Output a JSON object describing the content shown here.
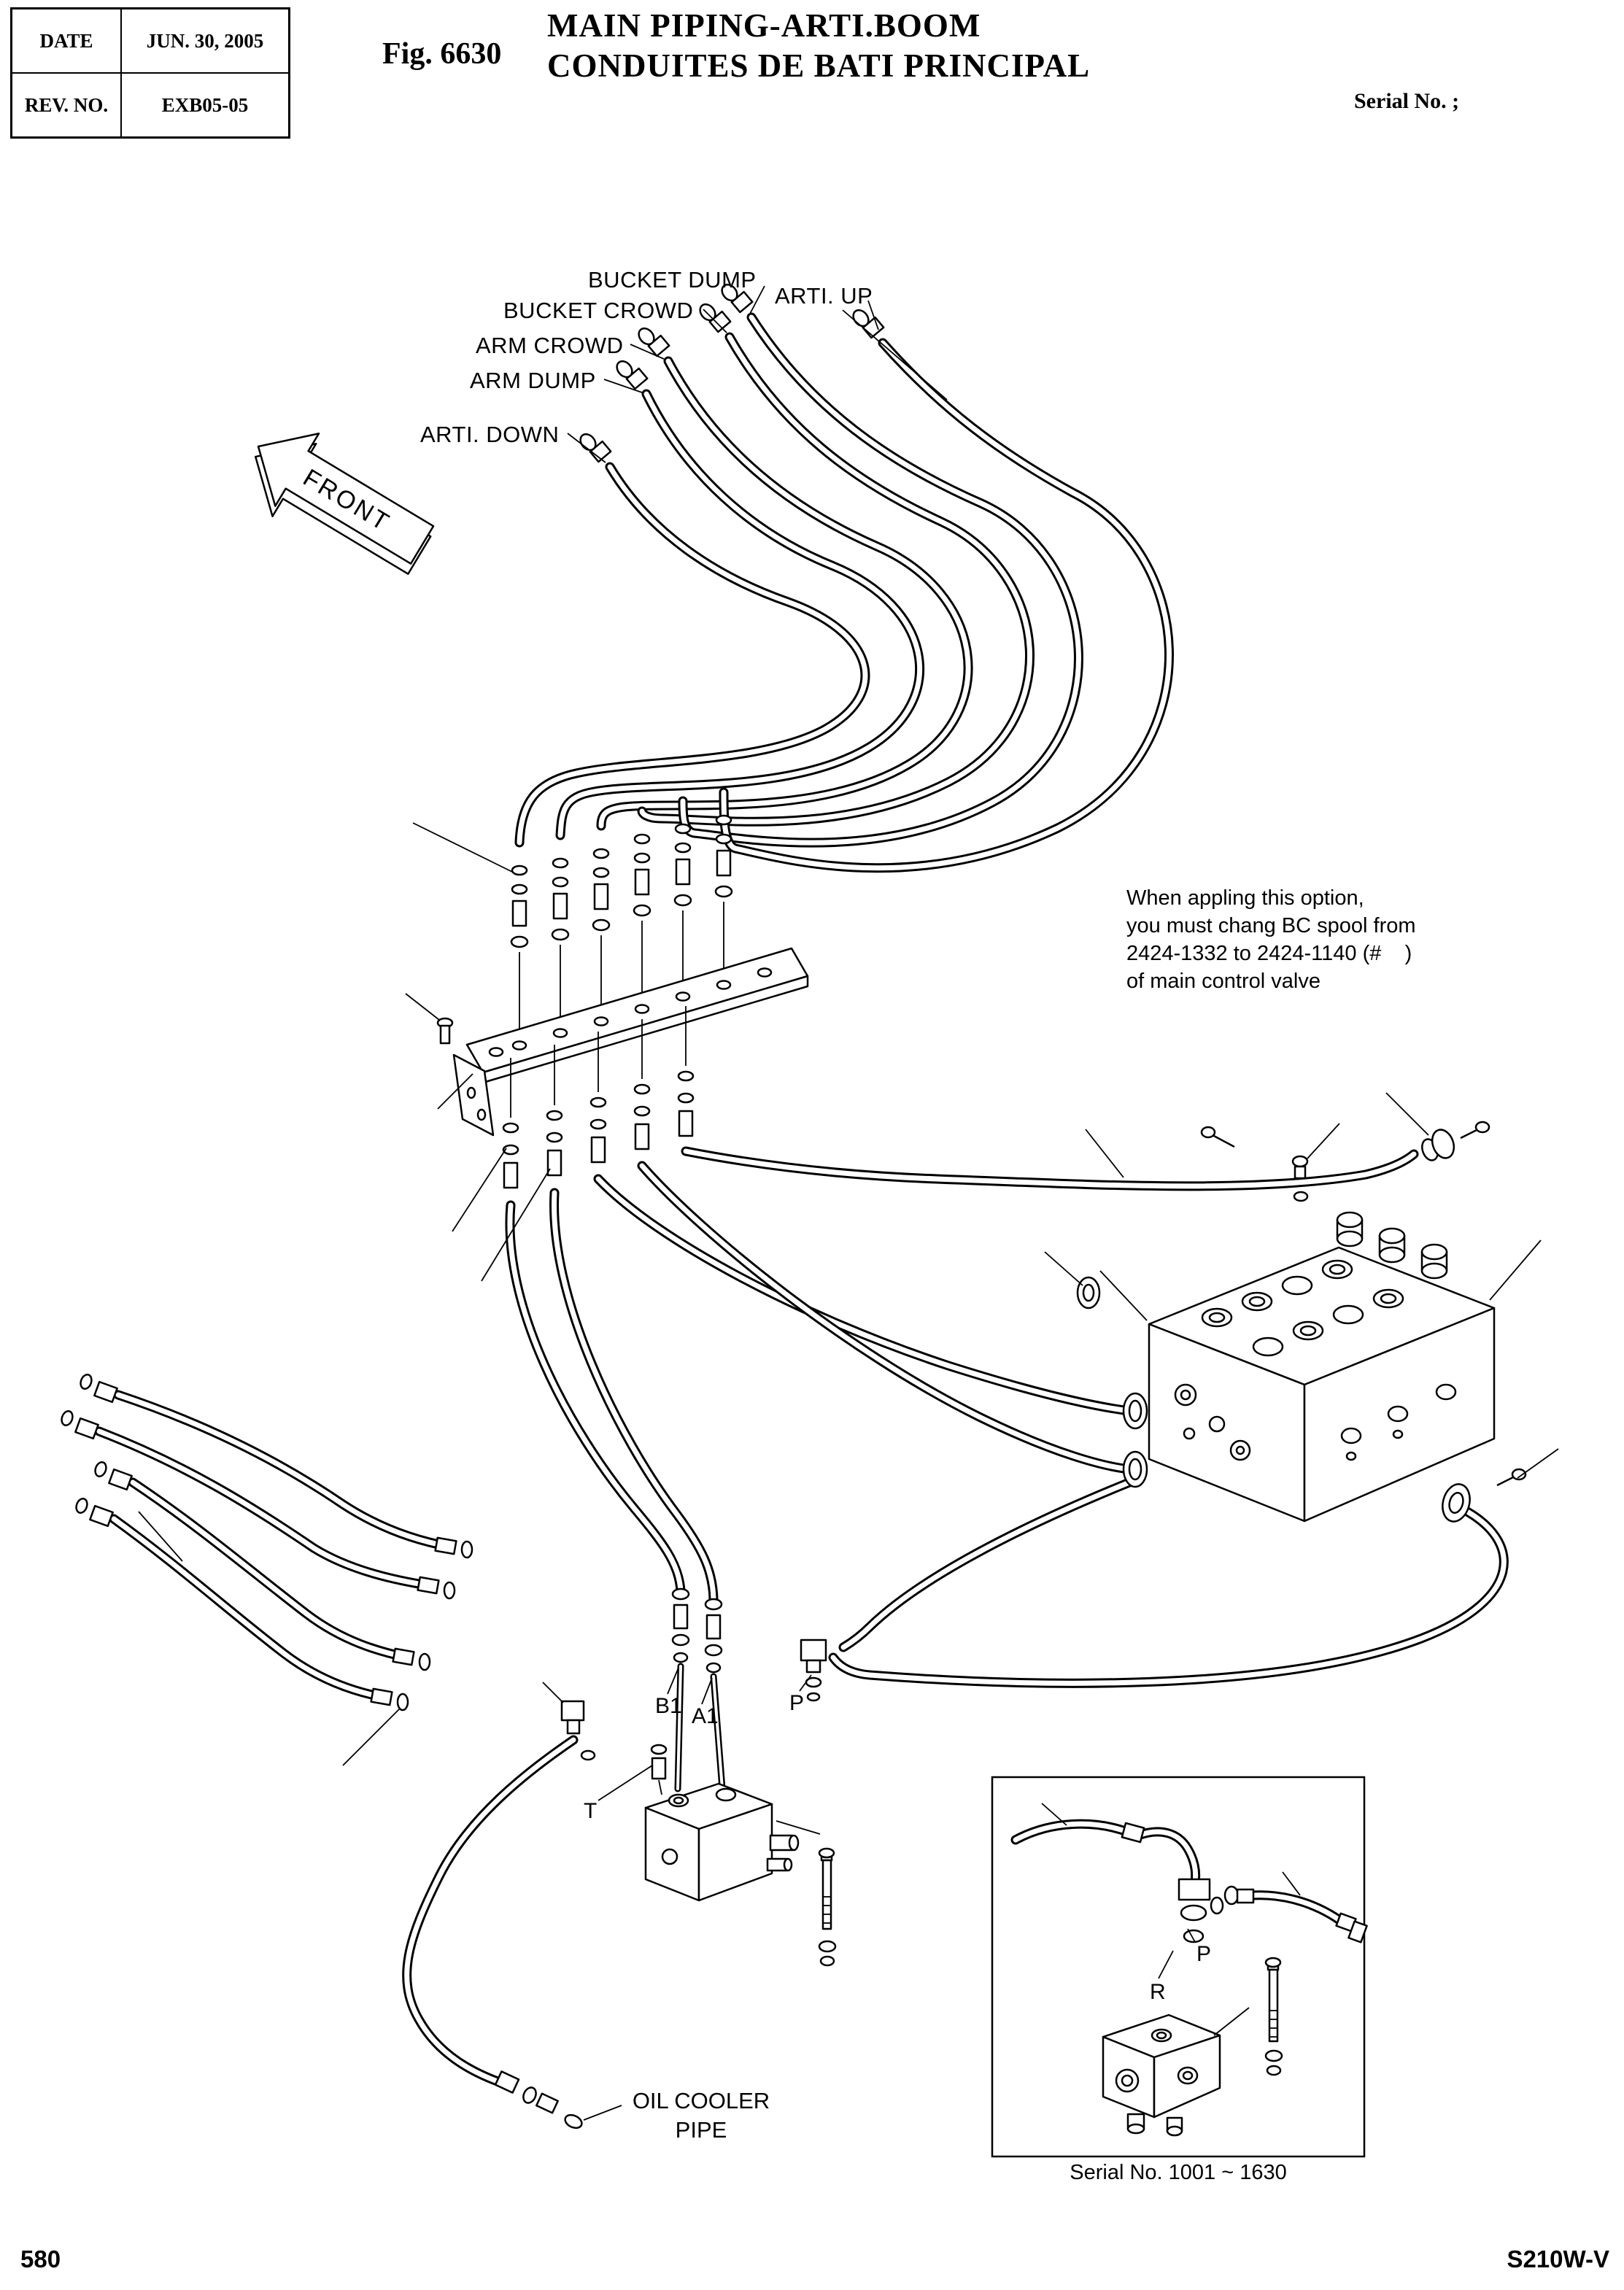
{
  "header": {
    "table": {
      "rows": [
        {
          "label": "DATE",
          "value": "JUN. 30, 2005"
        },
        {
          "label": "REV. NO.",
          "value": "EXB05-05"
        }
      ]
    },
    "fig_label": "Fig. 6630",
    "title_line1": "MAIN PIPING-ARTI.BOOM",
    "title_line2": "CONDUITES DE BATI PRINCIPAL",
    "serial_no": "Serial No. ;"
  },
  "diagram": {
    "hose_labels": {
      "bucket_dump": "BUCKET DUMP",
      "arti_up": "ARTI. UP",
      "bucket_crowd": "BUCKET CROWD",
      "arm_crowd": "ARM CROWD",
      "arm_dump": "ARM DUMP",
      "arti_down": "ARTI. DOWN"
    },
    "front_arrow": "FRONT",
    "note": {
      "line1": "When appling this option,",
      "line2": "you must chang BC spool from",
      "line3": "2424-1332 to 2424-1140 (#    )",
      "line4": "of main control valve"
    },
    "ports": {
      "b1": "B1",
      "a1": "A1",
      "p": "P",
      "t": "T"
    },
    "oil_cooler": {
      "line1": "OIL COOLER",
      "line2": "PIPE"
    },
    "inset": {
      "p": "P",
      "r": "R",
      "caption": "Serial No. 1001 ~ 1630"
    }
  },
  "footer": {
    "page_number": "580",
    "model": "S210W-V"
  }
}
